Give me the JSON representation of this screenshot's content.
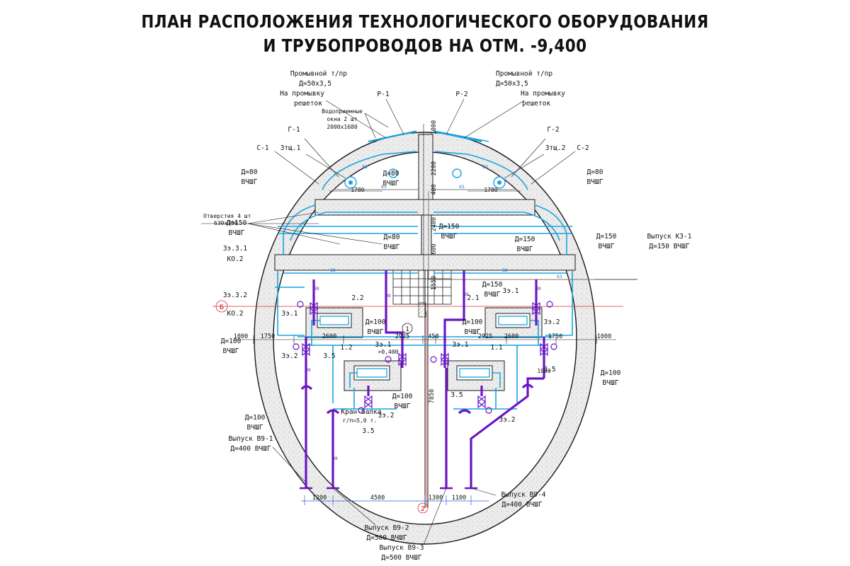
{
  "title": {
    "line1": "ПЛАН РАСПОЛОЖЕНИЯ ТЕХНОЛОГИЧЕСКОГО ОБОРУДОВАНИЯ",
    "line2": "И ТРУБОПРОВОДОВ НА ОТМ. -9,400"
  },
  "labels": {
    "flush_l1": "Промывной т/пр",
    "flush_l2": "Д=50х3,5",
    "flush_l3": "На промывку",
    "flush_l4": "решеток",
    "flush_r1": "Промывной т/пр",
    "flush_r2": "Д=50х3,5",
    "flush_r3": "На промывку",
    "flush_r4": "решеток",
    "p1": "Р-1",
    "p2": "Р-2",
    "intake1": "Водоприемные",
    "intake2": "окна 2 шт",
    "intake3": "2000х1680",
    "g1": "Г-1",
    "g2": "Г-2",
    "s1": "С-1",
    "s2": "С-2",
    "zsh1": "Зтщ.1",
    "zsh2": "Зтщ.2",
    "d80_ll1": "Д=80",
    "d80_ll2": "ВЧШГ",
    "d80_c1": "Д=80",
    "d80_c2": "ВЧШГ",
    "d80_r1": "Д=80",
    "d80_r2": "ВЧШГ",
    "holes1": "Отверстия 4 шт",
    "holes2": "630х350",
    "d150_l1": "Д=150",
    "d150_l2": "ВЧШГ",
    "d150_c1": "Д=150",
    "d150_c2": "ВЧШГ",
    "d80_m1": "Д=80",
    "d80_m2": "ВЧШГ",
    "d150_r1": "Д=150",
    "d150_r2": "ВЧШГ",
    "d150_rr1": "Д=150",
    "d150_rr2": "ВЧШГ",
    "out_k3_1": "Выпуск К3-1",
    "out_k3_2": "Д=150 ВЧШГ",
    "ze31": "Зэ.3.1",
    "ko2a": "КО.2",
    "ze32": "Зэ.3.2",
    "ko2b": "КО.2",
    "d150_x1": "Д=150",
    "d150_x2": "ВЧШГ",
    "n22": "2.2",
    "n21": "2.1",
    "ze1a": "Зэ.1",
    "ze1b": "Зэ.1",
    "ze2a": "Зэ.2",
    "d100_a1": "Д=100",
    "d100_a2": "ВЧШГ",
    "d100_b1": "Д=100",
    "d100_b2": "ВЧШГ",
    "d100_l1": "Д=100",
    "d100_l2": "ВЧШГ",
    "ze1c": "Зэ.1",
    "ze1d": "Зэ.1",
    "n12": "1.2",
    "n11": "1.1",
    "ze2b": "Зэ.2",
    "n35a": "3.5",
    "n35b": "3.5",
    "n35c": "3.5",
    "n35d": "3.5",
    "d100_r1": "Д=100",
    "d100_r2": "ВЧШГ",
    "d100_c1": "Д=100",
    "d100_c2": "ВЧШГ",
    "crane1": "Кран-балка",
    "crane2": "г/п=5,0 т.",
    "ze2c": "Зэ.2",
    "ze2d": "Зэ.2",
    "d100_ll1": "Д=100",
    "d100_ll2": "ВЧШГ",
    "out_v91_1": "Выпуск В9-1",
    "out_v91_2": "Д=400 ВЧШГ",
    "out_v94_1": "Выпуск В9-4",
    "out_v94_2": "Д=400 ВЧШГ",
    "out_v92_1": "Выпуск В9-2",
    "out_v92_2": "Д=500 ВЧШГ",
    "out_v93_1": "Выпуск В9-3",
    "out_v93_2": "Д=500 ВЧШГ",
    "axis_b": "Б",
    "axis_1": "1",
    "axis_2": "2",
    "lvl": "+0,400",
    "n1050": "1050"
  },
  "dims": {
    "d1750a": "1750",
    "d2600a": "2600",
    "d2925a": "2925",
    "d450": "450",
    "d2925b": "2925",
    "d2600b": "2600",
    "d1750b": "1750",
    "d1000l": "1000",
    "d1000r": "1000",
    "d1780a": "1780",
    "d1780b": "1780",
    "d1200": "1200",
    "d4500": "4500",
    "d1300": "1300",
    "d1100": "1100",
    "v1000": "1000",
    "v2200": "2200",
    "v400": "400",
    "v2400": "2400",
    "v600": "600",
    "v1550": "1550",
    "v7850": "7850"
  },
  "pipe_codes": {
    "v9": "В9",
    "k3": "К3",
    "b3": "В3"
  },
  "colors": {
    "outline": "#1a1a1a",
    "cyan_pipe": "#19a3e0",
    "purple_pipe": "#6b16c4",
    "axis_red": "#d23333",
    "dims_blue": "#2f5fd0",
    "fill_gray": "#f0f0f0",
    "hatch": "#555555"
  }
}
